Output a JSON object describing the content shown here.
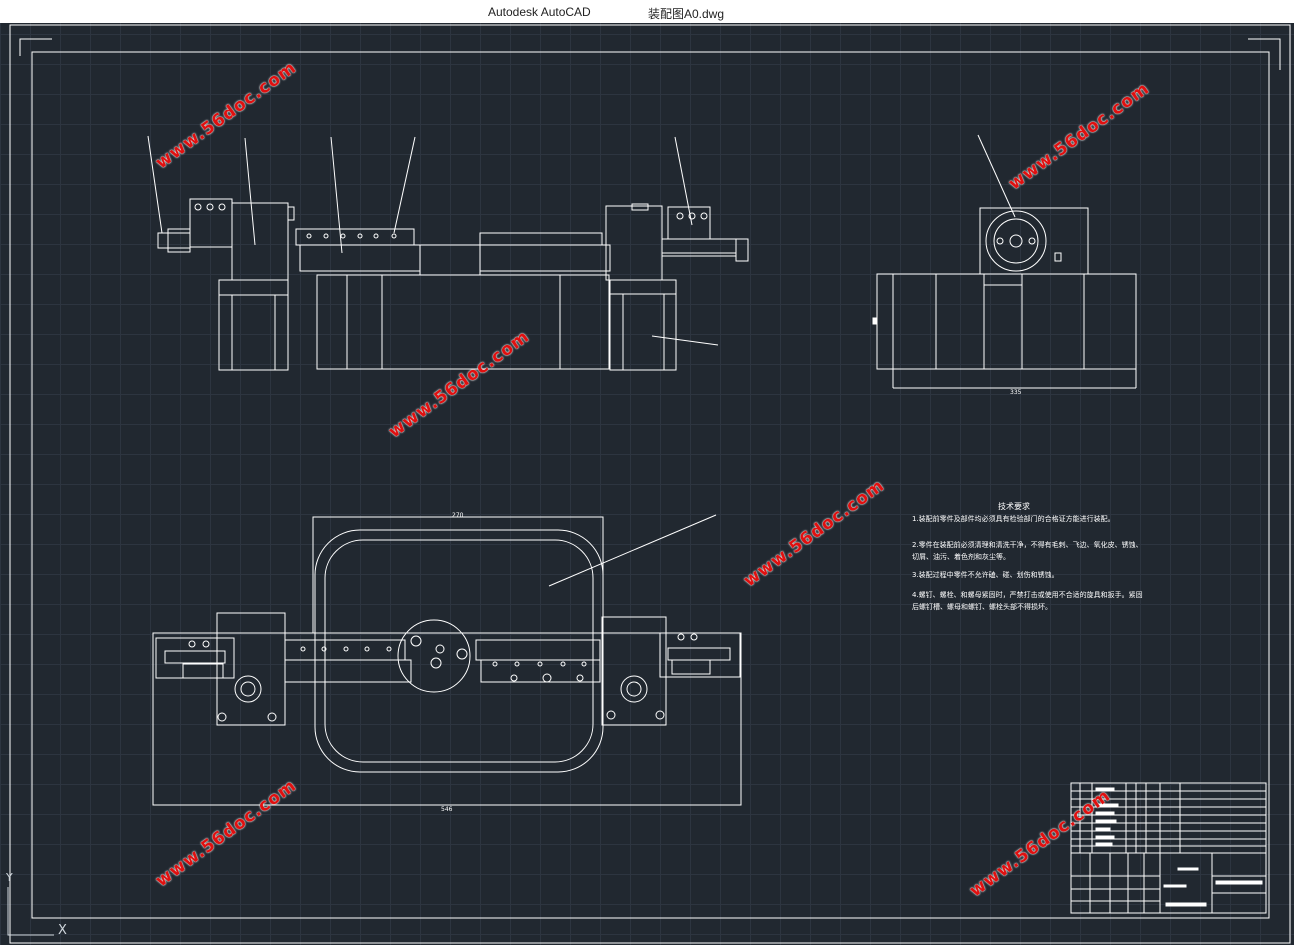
{
  "window": {
    "app_name": "Autodesk AutoCAD",
    "file_name": "装配图A0.dwg"
  },
  "technical_requirements": {
    "title": "技术要求",
    "items": [
      "1.装配前零件及部件均必须具有检验部门的合格证方能进行装配。",
      "2.零件在装配前必须清理和清洗干净，不得有毛刺、飞边、氧化皮、锈蚀、",
      "   切屑、油污、着色剂和灰尘等。",
      "3.装配过程中零件不允许磕、碰、划伤和锈蚀。",
      "4.螺钉、螺栓、和螺母紧固时，严禁打击或使用不合适的旋具和扳手。紧固",
      "   后螺钉槽、螺母和螺钉、螺栓头部不得损坏。"
    ]
  },
  "dimensions": {
    "side_view_width": "335",
    "top_view_width": "270",
    "base_width": "546"
  },
  "watermark": "www.56doc.com",
  "axis_labels": {
    "y": "Y",
    "x": "X"
  },
  "colors": {
    "background": "#212830",
    "grid": "#2d3540",
    "lines": "#ffffff",
    "watermark": "#e01010"
  }
}
